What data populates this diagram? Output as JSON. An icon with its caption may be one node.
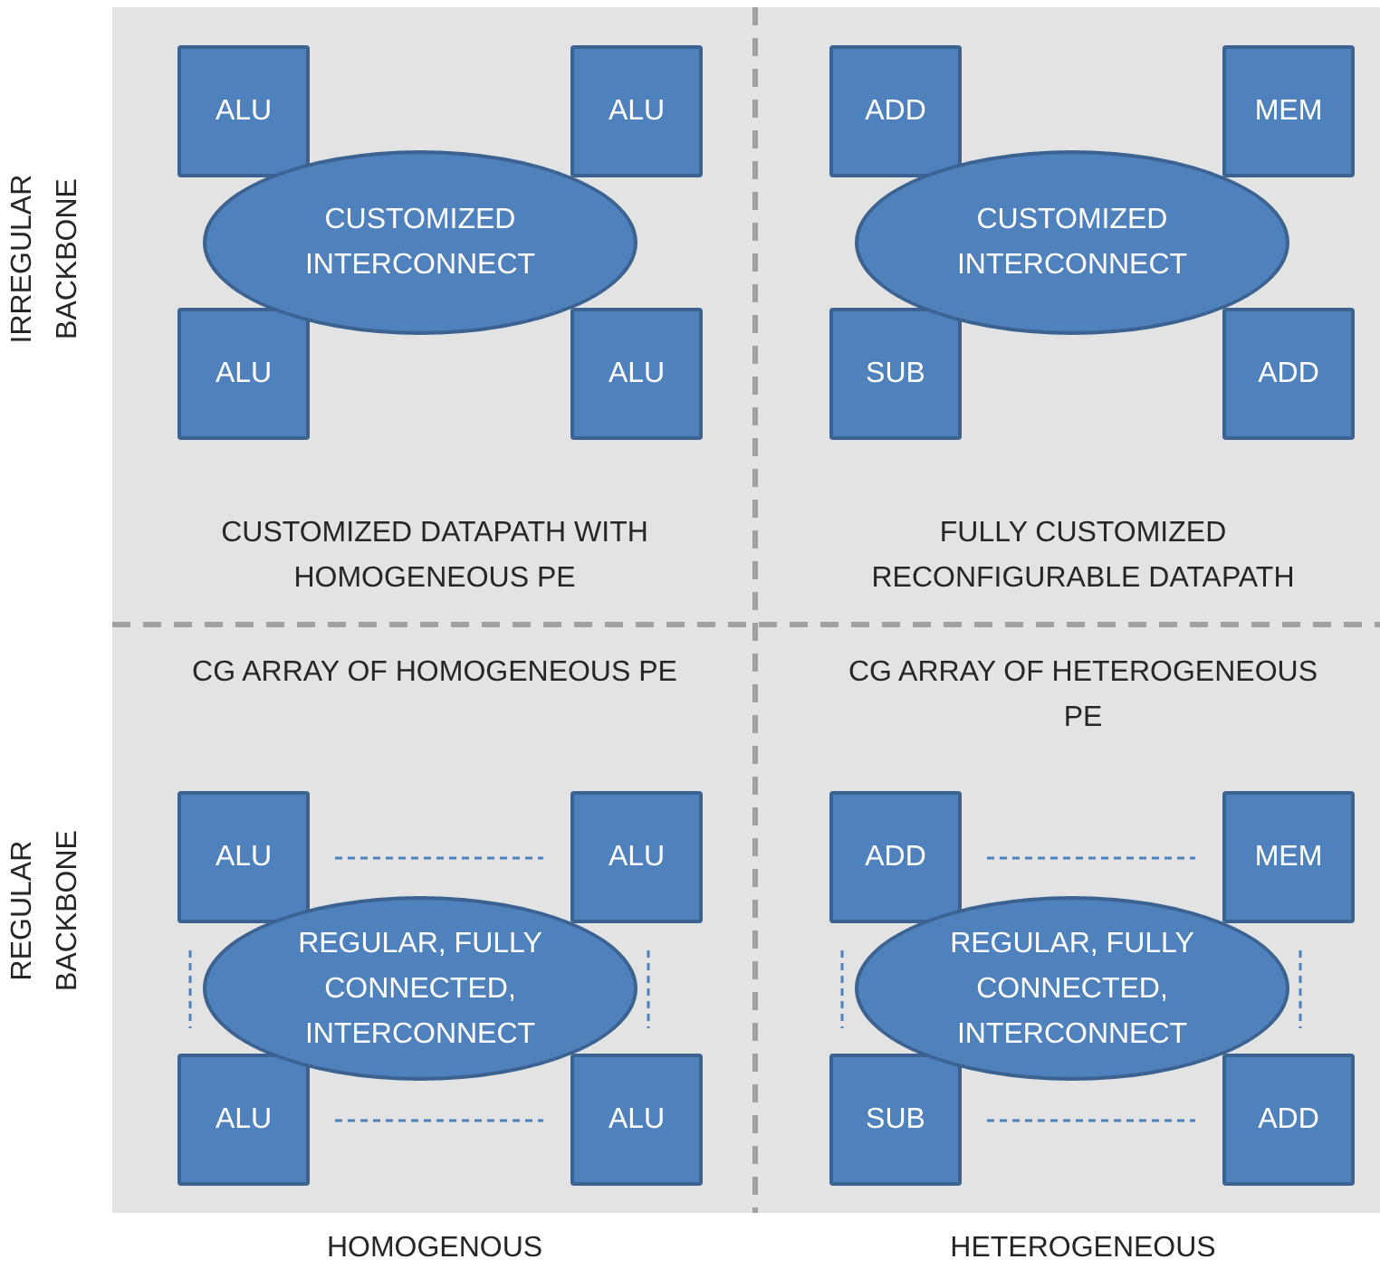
{
  "diagram": {
    "nodes": [
      {
        "text": [
          "ALU"
        ]
      },
      {
        "text": [
          "ALU"
        ]
      },
      {
        "text": [
          "CUSTOMIZED INTERCONNECT"
        ]
      },
      {
        "text": [
          "ALU"
        ]
      },
      {
        "text": [
          "ALU"
        ]
      },
      {
        "text": [
          "ADD"
        ]
      },
      {
        "text": [
          "MEM"
        ]
      },
      {
        "text": [
          "CUSTOMIZED INTERCONNECT"
        ]
      },
      {
        "text": [
          "SUB"
        ]
      },
      {
        "text": [
          "ADD"
        ]
      },
      {
        "text": [
          "ALU"
        ]
      },
      {
        "text": [
          "ALU"
        ]
      },
      {
        "text": [
          "REGULAR, FULLY CONNECTED, INTERCONNECT"
        ]
      },
      {
        "text": [
          "ALU"
        ]
      },
      {
        "text": [
          "ALU"
        ]
      },
      {
        "text": [
          "ADD"
        ]
      },
      {
        "text": [
          "MEM"
        ]
      },
      {
        "text": [
          "REGULAR, FULLY CONNECTED, INTERCONNECT"
        ]
      },
      {
        "text": [
          "SUB"
        ]
      },
      {
        "text": [
          "ADD"
        ]
      }
    ],
    "labels": [
      "IRREGULAR BACKBONE",
      "CUSTOMIZED DATAPATH WITH HOMOGENEOUS PE",
      "FULLY CUSTOMIZED RECONFIGURABLE DATAPATH",
      "CG ARRAY OF HOMOGENEOUS PE",
      "CG ARRAY OF HETEROGENEOUS PE",
      "REGULAR BACKBONE",
      "HOMOGENOUS",
      "HETEROGENEOUS"
    ]
  }
}
